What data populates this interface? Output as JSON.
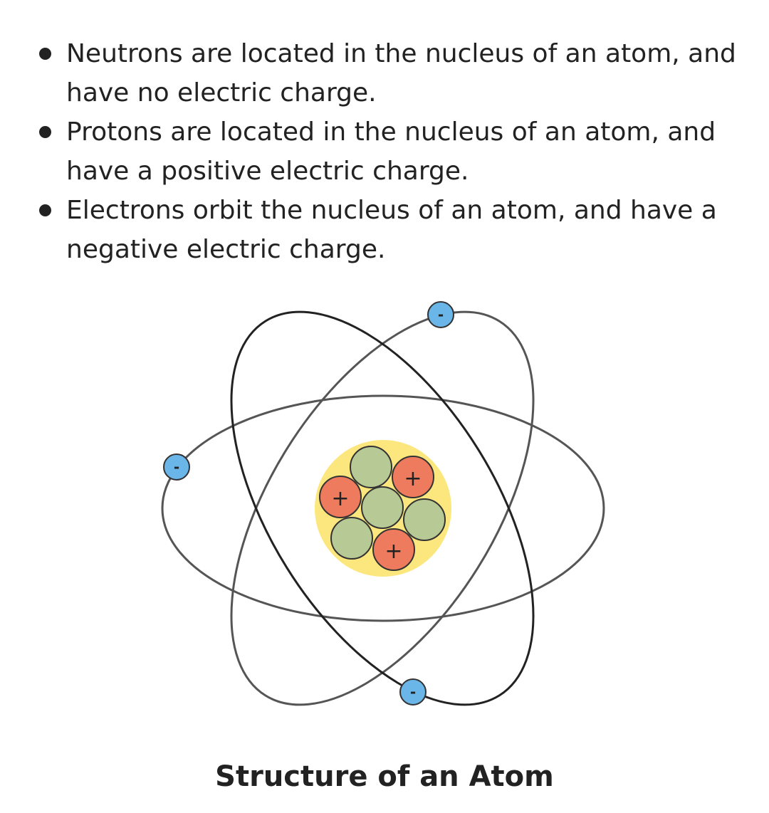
{
  "bullets": [
    "Neutrons are located in the nucleus of an atom, and have no electric charge.",
    "Protons are located in the nucleus of an atom, and have a positive electric charge.",
    "Electrons orbit the nucleus of an atom, and have a negative electric charge."
  ],
  "diagram": {
    "proton_symbol": "+",
    "electron_symbol": "-",
    "colors": {
      "nucleus_glow": "#FCE77E",
      "proton": "#EE7B5E",
      "neutron": "#B7C994",
      "electron": "#6BB6E8",
      "orbit": "#444444",
      "outline": "#333333"
    }
  },
  "caption": "Structure of an Atom"
}
